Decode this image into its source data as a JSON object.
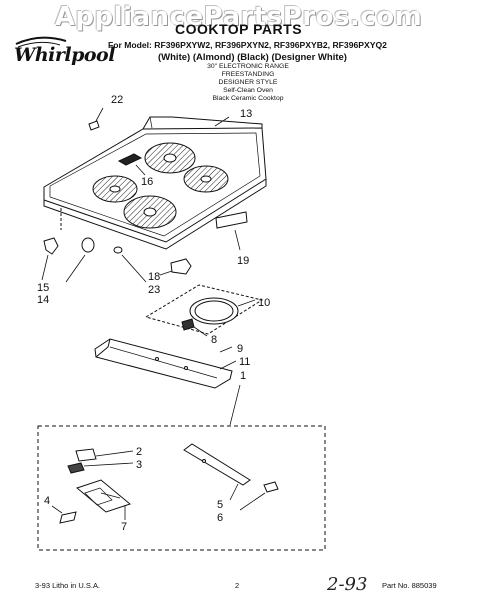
{
  "watermark": "AppliancePartsPros.com",
  "header": {
    "title": "COOKTOP PARTS",
    "brand": "Whirlpool",
    "models_line": "For Model: RF396PXYW2, RF396PXYN2, RF396PXYB2, RF396PXYQ2",
    "colors_line": "(White)    (Almond)   (Black) (Designer White)",
    "description": [
      "30\" ELECTRONIC RANGE",
      "FREESTANDING",
      "DESIGNER STYLE",
      "Self-Clean Oven",
      "Black Ceramic Cooktop"
    ]
  },
  "callouts": {
    "c22": "22",
    "c13": "13",
    "c16": "16",
    "c19": "19",
    "c15": "15",
    "c14": "14",
    "c18": "18",
    "c23": "23",
    "c10": "10",
    "c8": "8",
    "c9": "9",
    "c11": "11",
    "c1": "1",
    "c2": "2",
    "c3": "3",
    "c4": "4",
    "c5": "5",
    "c6": "6",
    "c7": "7"
  },
  "footer": {
    "left": "3-93 Litho in U.S.A.",
    "page": "2",
    "handwritten": "2-93",
    "part": "Part No. 885039"
  }
}
